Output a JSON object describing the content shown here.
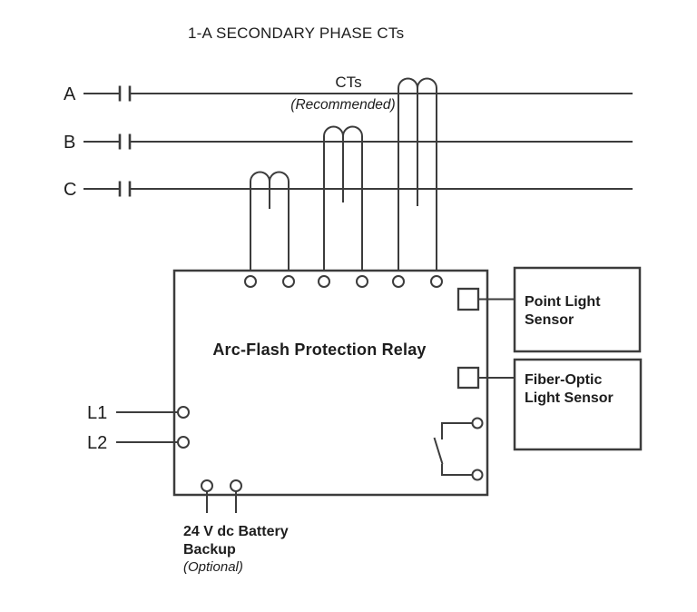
{
  "title": "1-A SECONDARY PHASE CTs",
  "colors": {
    "line": "#3c3c3c",
    "text": "#1d1d1d",
    "background": "#ffffff"
  },
  "phases": [
    {
      "label": "A"
    },
    {
      "label": "B"
    },
    {
      "label": "C"
    }
  ],
  "ct": {
    "label": "CTs",
    "note": "(Recommended)"
  },
  "relay": {
    "label": "Arc-Flash Protection Relay"
  },
  "power_terminals": [
    {
      "label": "L1"
    },
    {
      "label": "L2"
    }
  ],
  "battery": {
    "line1": "24 V dc Battery",
    "line2": "Backup",
    "note": "(Optional)"
  },
  "sensors": [
    {
      "line1": "Point Light",
      "line2": "Sensor"
    },
    {
      "line1": "Fiber-Optic",
      "line2": "Light Sensor"
    }
  ]
}
